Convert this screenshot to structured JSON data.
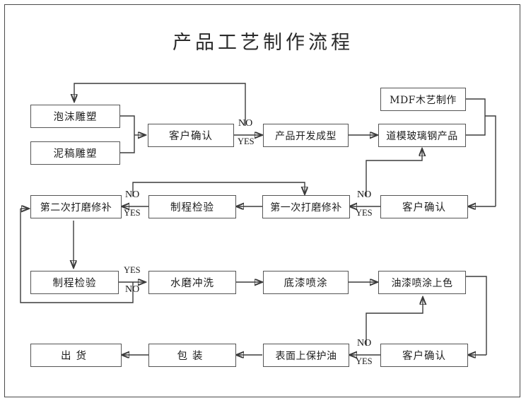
{
  "title": "产品工艺制作流程",
  "nodes": [
    {
      "id": "foam",
      "label": "泡沫雕塑"
    },
    {
      "id": "clay",
      "label": "泥稿雕塑"
    },
    {
      "id": "confirm1",
      "label": "客户确认"
    },
    {
      "id": "develop",
      "label": "产品开发成型"
    },
    {
      "id": "mdf",
      "label": "MDF木艺制作"
    },
    {
      "id": "frp",
      "label": "道模玻璃钢产品"
    },
    {
      "id": "confirm2",
      "label": "客户确认"
    },
    {
      "id": "grind1",
      "label": "第一次打磨修补"
    },
    {
      "id": "inspect1",
      "label": "制程检验"
    },
    {
      "id": "grind2",
      "label": "第二次打磨修补"
    },
    {
      "id": "inspect2",
      "label": "制程检验"
    },
    {
      "id": "wash",
      "label": "水磨冲洗"
    },
    {
      "id": "primer",
      "label": "底漆喷涂"
    },
    {
      "id": "paint",
      "label": "油漆喷涂上色"
    },
    {
      "id": "confirm3",
      "label": "客户确认"
    },
    {
      "id": "protect",
      "label": "表面上保护油"
    },
    {
      "id": "package",
      "label": "包装"
    },
    {
      "id": "ship",
      "label": "出货"
    }
  ],
  "decision_labels": {
    "confirm1_no": "NO",
    "confirm1_yes": "YES",
    "confirm2_no": "NO",
    "confirm2_yes": "YES",
    "inspect1_no": "NO",
    "inspect1_yes": "YES",
    "inspect2_yes": "YES",
    "inspect2_no": "NO",
    "confirm3_no": "NO",
    "confirm3_yes": "YES"
  },
  "colors": {
    "border": "#555555",
    "line": "#3b3b3b",
    "text": "#1d1d1d",
    "background": "#ffffff"
  }
}
